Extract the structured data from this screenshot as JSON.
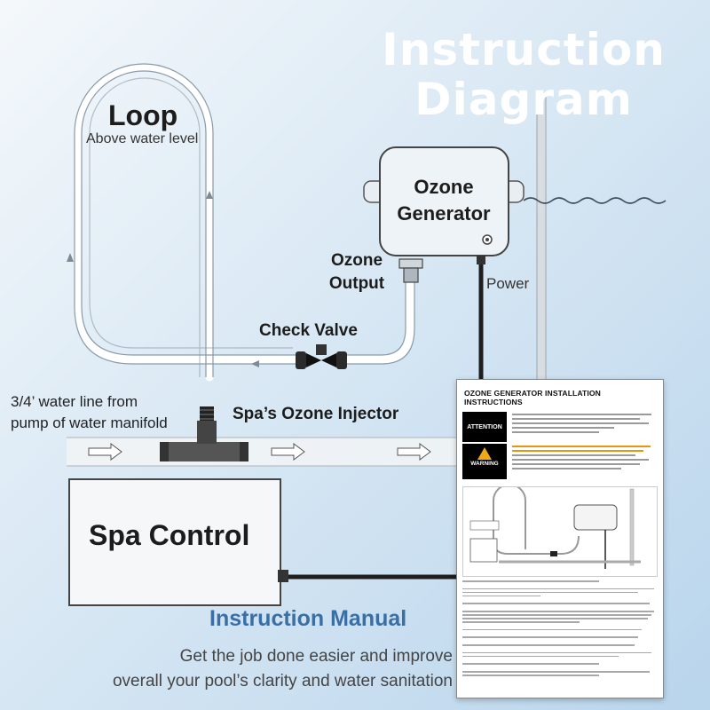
{
  "title": {
    "line1": "Instruction",
    "line2": "Diagram"
  },
  "loop": {
    "title": "Loop",
    "subtitle": "Above water level"
  },
  "ozone_generator": {
    "line1": "Ozone",
    "line2": "Generator"
  },
  "ozone_output": {
    "line1": "Ozone",
    "line2": "Output"
  },
  "power": "Power",
  "check_valve": "Check Valve",
  "water_line": {
    "line1": "3/4’ water line from",
    "line2": "pump of water manifold"
  },
  "injector": "Spa’s Ozone Injector",
  "spa_control": "Spa Control",
  "manual": {
    "title": "Instruction Manual",
    "line1": "Get the job done easier and improve",
    "line2": "overall your pool’s clarity and water sanitation"
  },
  "document": {
    "title": "OZONE GENERATOR INSTALLATION INSTRUCTIONS",
    "attention": "ATTENTION",
    "warning": "WARNING"
  },
  "colors": {
    "title": "#ffffff",
    "manual_title": "#3a6fa4",
    "warning_orange": "#f0a814"
  }
}
